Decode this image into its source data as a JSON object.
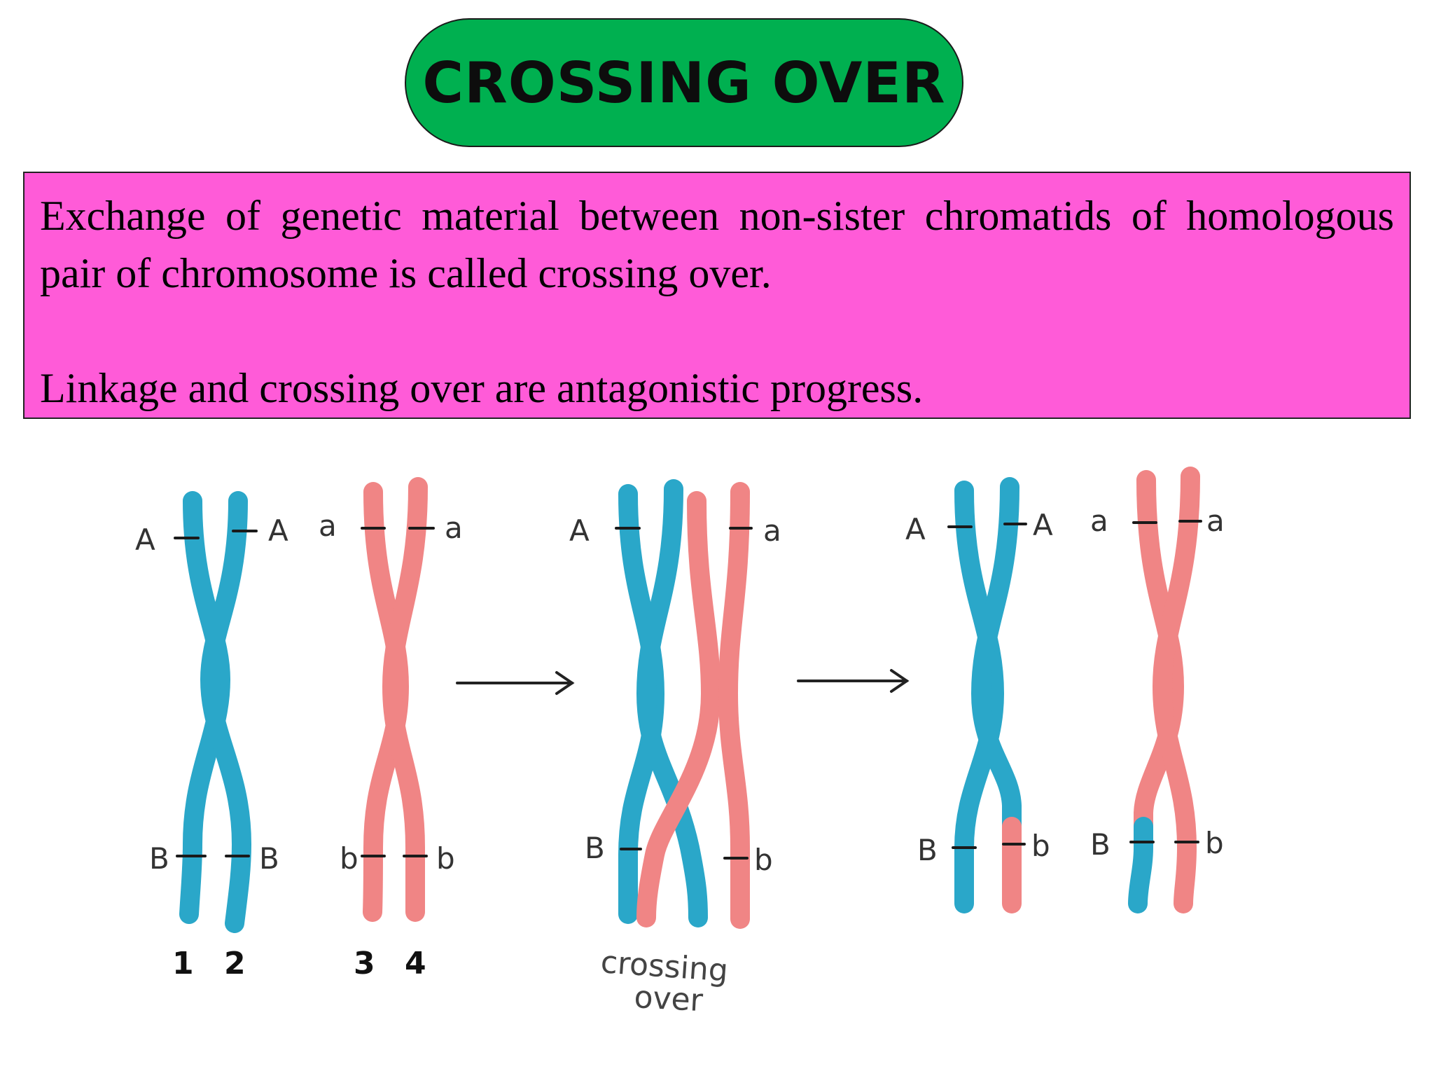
{
  "title": "CROSSING OVER",
  "definition": {
    "paragraph1": "Exchange of genetic material between non-sister chromatids of homologous pair of chromosome  is called crossing over.",
    "paragraph2": "Linkage and crossing over are antagonistic progress."
  },
  "colors": {
    "title_bg": "#00b050",
    "definition_bg": "#ff5bd8",
    "chromatid_blue": "#2aa7c9",
    "chromatid_pink": "#f08585"
  },
  "chromatid_numbers": [
    "1",
    "2",
    "3",
    "4"
  ],
  "allele_labels": {
    "dominant_top": "A",
    "recessive_top": "a",
    "dominant_bottom": "B",
    "recessive_bottom": "b"
  },
  "caption": {
    "line1": "crossing",
    "line2": "over"
  },
  "icons": [
    "arrow-right-icon",
    "arrow-right-icon"
  ]
}
